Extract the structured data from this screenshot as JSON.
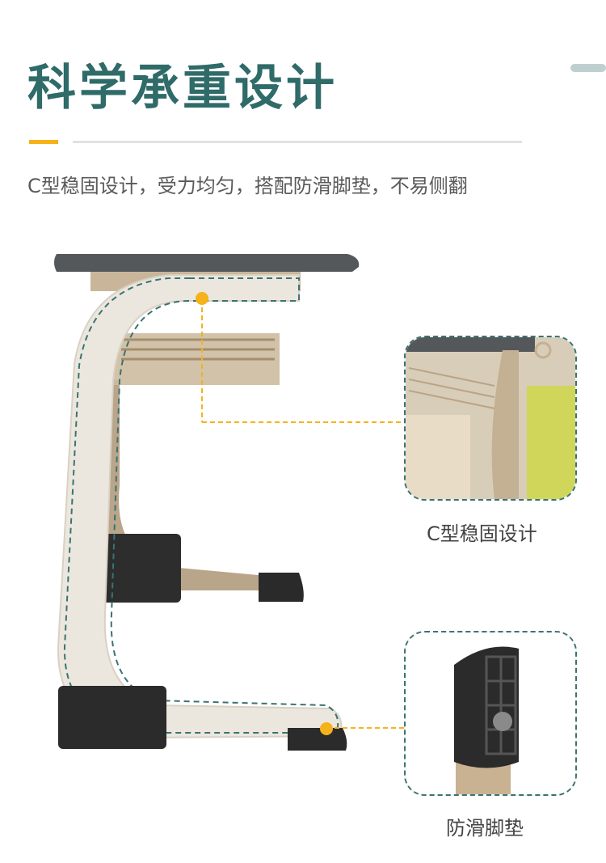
{
  "header": {
    "title": "科学承重设计",
    "subtitle": "C型稳固设计，受力均匀，搭配防滑脚垫，不易侧翻"
  },
  "callouts": [
    {
      "label": "C型稳固设计",
      "icon": "c-frame-closeup-image"
    },
    {
      "label": "防滑脚垫",
      "icon": "anti-slip-foot-pad-image"
    }
  ],
  "colors": {
    "title": "#2f6b68",
    "accent": "#f5b21b",
    "frame": "#e8e2d6",
    "desktop": "#55585a",
    "dashed": "#3a7370"
  }
}
